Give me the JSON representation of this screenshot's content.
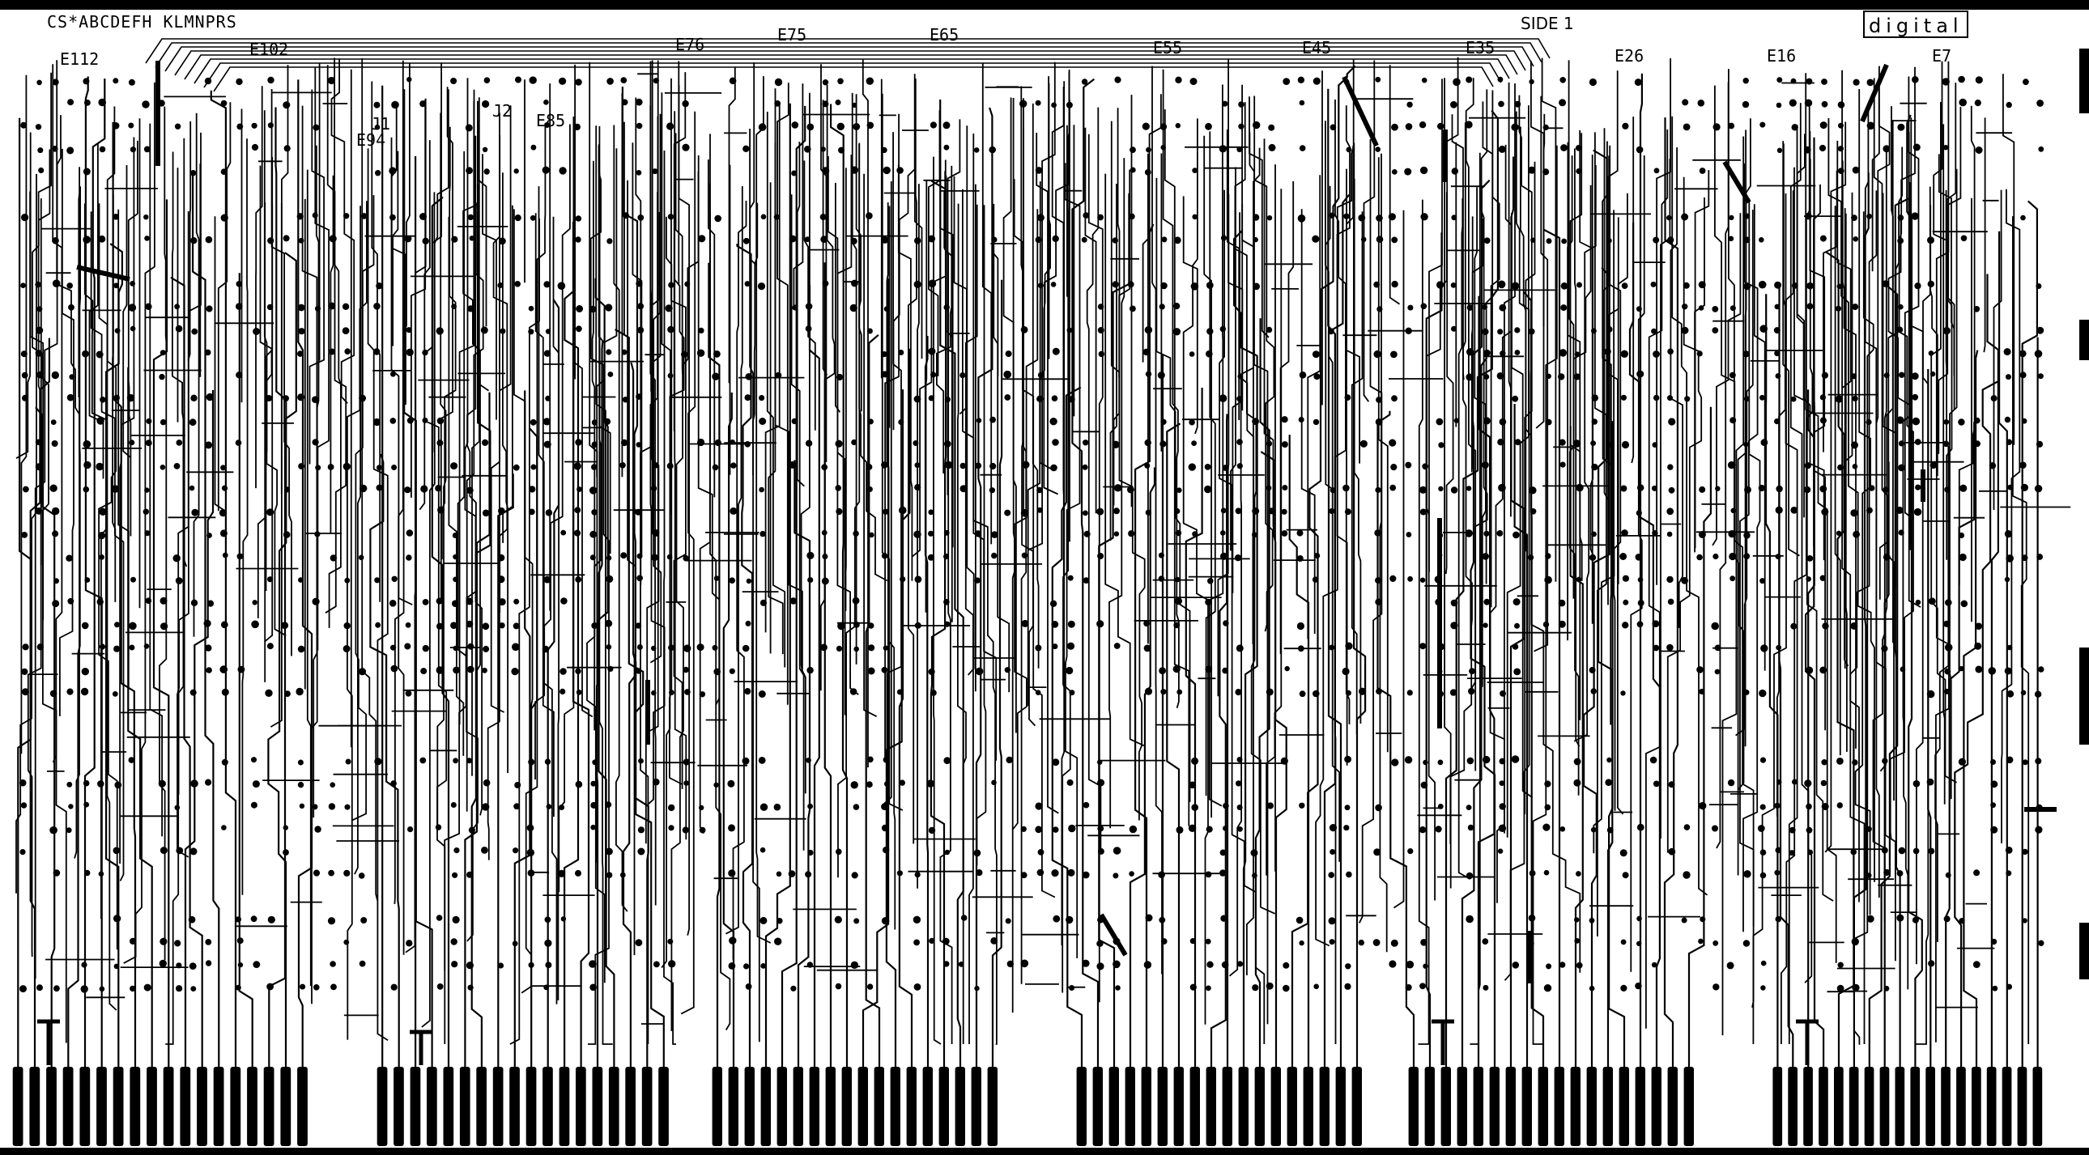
{
  "header": {
    "pin_letters": "CS*ABCDEFH KLMNPRS",
    "side": "SIDE 1",
    "brand": "digital"
  },
  "chips": [
    {
      "id": "E112"
    },
    {
      "id": "E102"
    },
    {
      "id": "E94"
    },
    {
      "id": "J1"
    },
    {
      "id": "J2"
    },
    {
      "id": "E85"
    },
    {
      "id": "E76"
    },
    {
      "id": "E75"
    },
    {
      "id": "E65"
    },
    {
      "id": "E55"
    },
    {
      "id": "E45"
    },
    {
      "id": "E35"
    },
    {
      "id": "E26"
    },
    {
      "id": "E16"
    },
    {
      "id": "E7"
    }
  ],
  "edge_connectors": [
    {
      "group": 1,
      "fingers": 18
    },
    {
      "group": 2,
      "fingers": 18
    },
    {
      "group": 3,
      "fingers": 18
    },
    {
      "group": 4,
      "fingers": 18
    },
    {
      "group": 5,
      "fingers": 18
    },
    {
      "group": 6,
      "fingers": 18
    }
  ],
  "colors": {
    "ink": "#000000",
    "board": "#ffffff"
  }
}
